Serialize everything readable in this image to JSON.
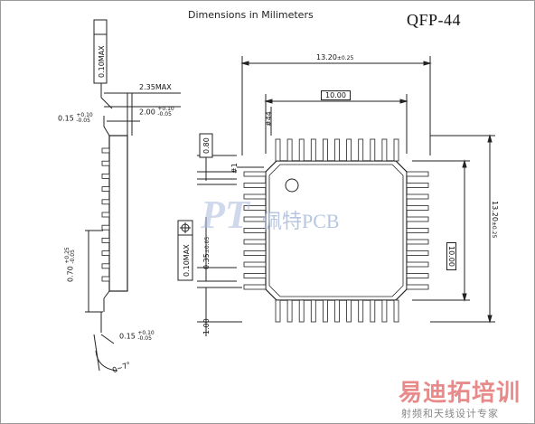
{
  "title": "Dimensions in Milimeters",
  "package": "QFP-44",
  "side_view": {
    "tol_box": "0.10MAX",
    "height_max": "2.35MAX",
    "body_h": "2.00",
    "body_h_tol_up": "+0.10",
    "body_h_tol_dn": "-0.05",
    "standoff": "0.15",
    "standoff_tol_up": "+0.10",
    "standoff_tol_dn": "-0.05",
    "foot": "0.70",
    "foot_tol_up": "+0.25",
    "foot_tol_dn": "-0.05",
    "lead_t": "0.15",
    "lead_t_tol_up": "+0.10",
    "lead_t_tol_dn": "-0.05",
    "angle": "0~7°"
  },
  "top_view": {
    "overall_w": "13.20",
    "overall_w_tol": "±0.25",
    "body_w": "10.00",
    "body_h": "10.00",
    "overall_h": "13.20",
    "overall_h_tol": "±0.25",
    "pin_pos": "#44",
    "pin1": "#1",
    "pitch": "0.80",
    "lead_w": "0.35",
    "lead_w_tol": "±0.05",
    "pos_tol": "0.10MAX",
    "lead_len": "1.00"
  },
  "watermark": {
    "logo": "PT",
    "text": "佩特PCB"
  },
  "brand": {
    "name": "易迪拓培训",
    "tagline": "射频和天线设计专家"
  }
}
